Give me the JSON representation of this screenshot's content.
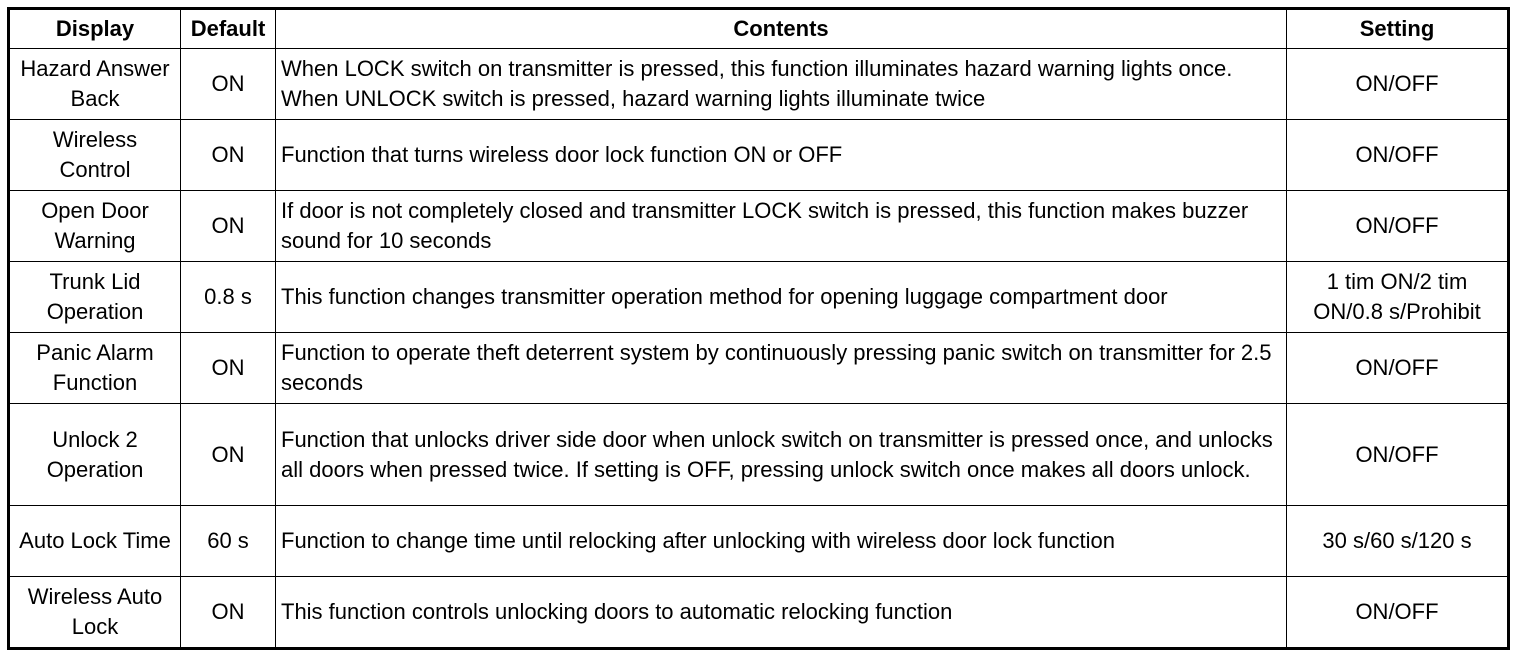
{
  "headers": {
    "display": "Display",
    "default": "Default",
    "contents": "Contents",
    "setting": "Setting"
  },
  "rows": [
    {
      "display": "Hazard Answer Back",
      "default": "ON",
      "contents": "When LOCK switch on transmitter is pressed, this function illuminates hazard warning lights once. When UNLOCK switch is pressed, hazard warning lights illuminate twice",
      "setting": "ON/OFF"
    },
    {
      "display": "Wireless Control",
      "default": "ON",
      "contents": "Function that turns wireless door lock function ON or OFF",
      "setting": "ON/OFF"
    },
    {
      "display": "Open Door Warning",
      "default": "ON",
      "contents": "If door is not completely closed and transmitter LOCK switch is pressed, this function makes buzzer sound for 10 seconds",
      "setting": "ON/OFF"
    },
    {
      "display": "Trunk Lid Operation",
      "default": "0.8 s",
      "contents": "This function changes transmitter operation method for opening luggage compartment door",
      "setting": "1 tim ON/2 tim ON/0.8 s/Prohibit"
    },
    {
      "display": "Panic Alarm Function",
      "default": "ON",
      "contents": "Function to operate theft deterrent system by continuously pressing panic switch on transmitter for 2.5 seconds",
      "setting": "ON/OFF"
    },
    {
      "display": "Unlock 2 Operation",
      "default": "ON",
      "contents": "Function that unlocks driver side door when unlock switch on transmitter is pressed once, and unlocks all doors when pressed twice. If setting is OFF, pressing unlock switch once makes all doors unlock.",
      "setting": "ON/OFF"
    },
    {
      "display": "Auto Lock Time",
      "default": "60 s",
      "contents": "Function to change time until relocking after unlocking with wireless door lock function",
      "setting": "30 s/60 s/120 s"
    },
    {
      "display": "Wireless Auto Lock",
      "default": "ON",
      "contents": "This function controls unlocking doors to automatic relocking function",
      "setting": "ON/OFF"
    }
  ]
}
